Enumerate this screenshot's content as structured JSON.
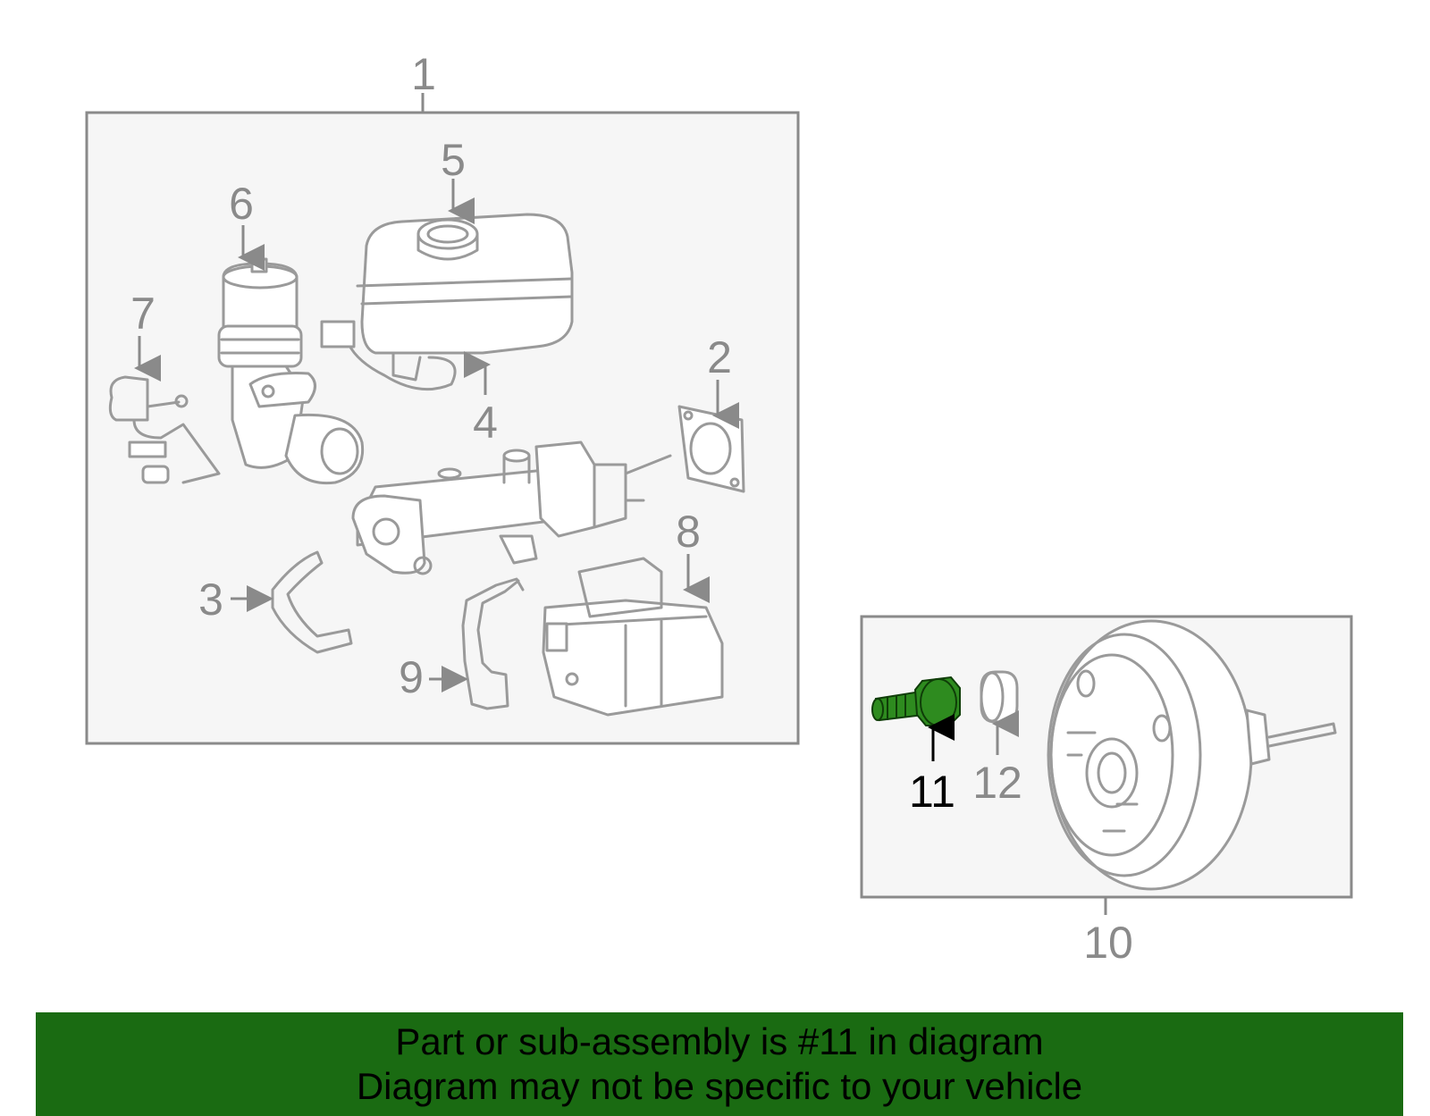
{
  "callouts": {
    "c1": "1",
    "c2": "2",
    "c3": "3",
    "c4": "4",
    "c5": "5",
    "c6": "6",
    "c7": "7",
    "c8": "8",
    "c9": "9",
    "c10": "10",
    "c11": "11",
    "c12": "12"
  },
  "highlight": {
    "part": "11",
    "color": "#2e8b1f"
  },
  "banner": {
    "line1": "Part or sub-assembly is #11 in diagram",
    "line2": "Diagram may not be specific to your vehicle",
    "background": "#1a6b12"
  }
}
